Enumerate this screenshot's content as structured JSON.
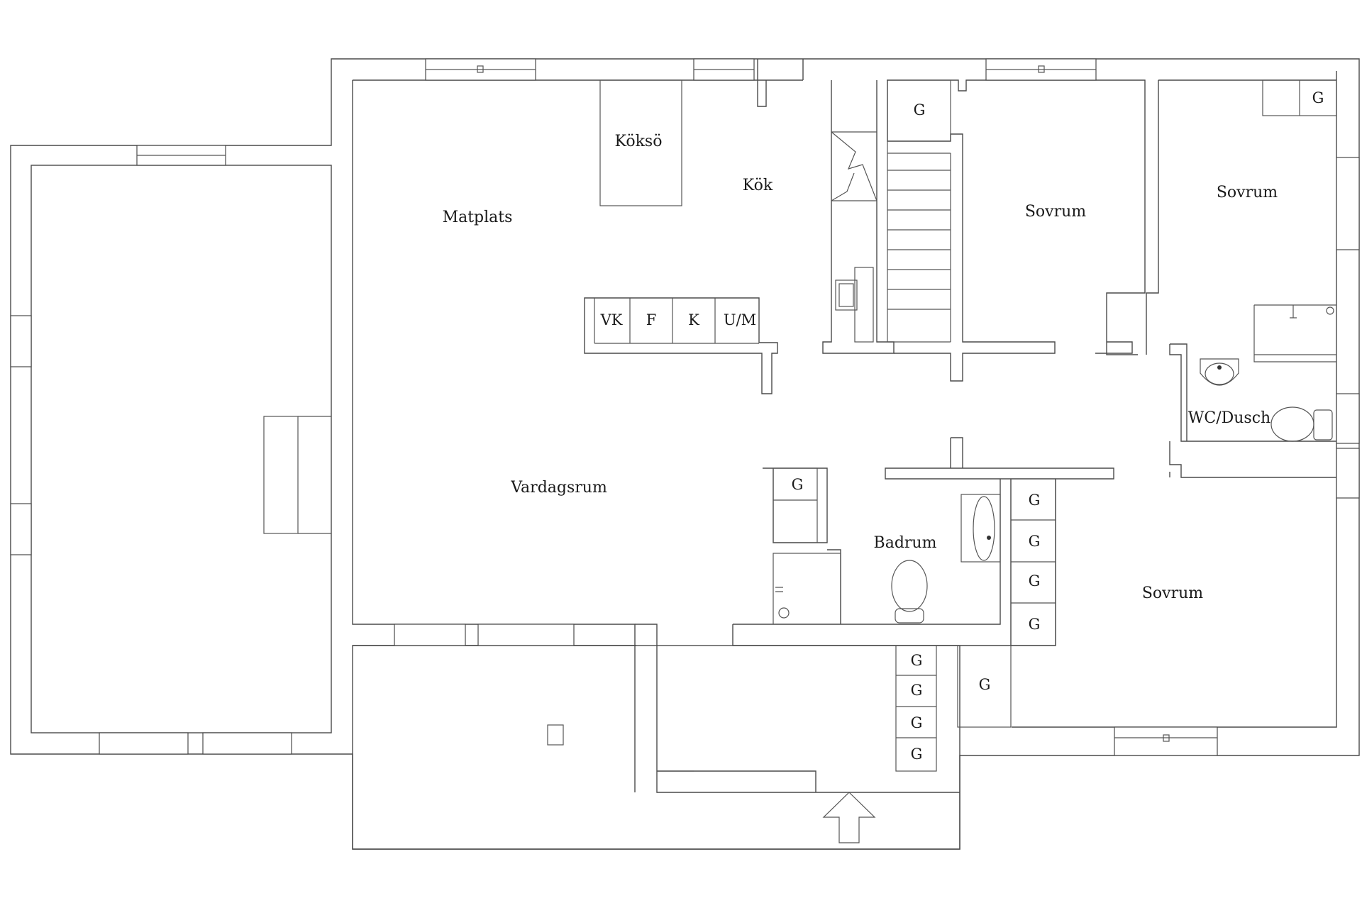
{
  "rooms": {
    "koksoe": "Köksö",
    "kok": "Kök",
    "matplats": "Matplats",
    "vardagsrum": "Vardagsrum",
    "sovrum_1": "Sovrum",
    "sovrum_2": "Sovrum",
    "sovrum_3": "Sovrum",
    "wc_dusch": "WC/Dusch",
    "badrum": "Badrum"
  },
  "appliances": {
    "vk": "VK",
    "f": "F",
    "k": "K",
    "um": "U/M"
  },
  "closet_label": "G",
  "colors": {
    "line": "#4a4a4a",
    "text": "#1a1a1a",
    "background": "#ffffff"
  },
  "icons": [
    "entrance-arrow-icon",
    "stairs-icon",
    "fireplace-icon",
    "sink-icon",
    "toilet-icon",
    "shower-icon",
    "stove-icon"
  ]
}
